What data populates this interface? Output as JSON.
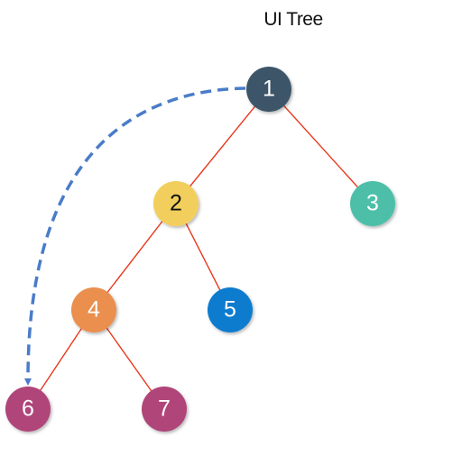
{
  "title": "UI Tree",
  "nodes": [
    {
      "id": "1",
      "label": "1",
      "color": "#3d5568",
      "text_color": "#ffffff"
    },
    {
      "id": "2",
      "label": "2",
      "color": "#f2cf5b",
      "text_color": "#111111"
    },
    {
      "id": "3",
      "label": "3",
      "color": "#4dbfa9",
      "text_color": "#ffffff"
    },
    {
      "id": "4",
      "label": "4",
      "color": "#ea8f4e",
      "text_color": "#ffffff"
    },
    {
      "id": "5",
      "label": "5",
      "color": "#0a7ccf",
      "text_color": "#ffffff"
    },
    {
      "id": "6",
      "label": "6",
      "color": "#b0457a",
      "text_color": "#ffffff"
    },
    {
      "id": "7",
      "label": "7",
      "color": "#b0457a",
      "text_color": "#ffffff"
    }
  ],
  "edges": [
    {
      "from": "1",
      "to": "2"
    },
    {
      "from": "1",
      "to": "3"
    },
    {
      "from": "2",
      "to": "4"
    },
    {
      "from": "2",
      "to": "5"
    },
    {
      "from": "4",
      "to": "6"
    },
    {
      "from": "4",
      "to": "7"
    }
  ],
  "jump_arrow": {
    "from": "1",
    "to": "6",
    "style": "dashed"
  },
  "colors": {
    "edge": "#e8391c",
    "jump_arrow": "#4a7cc8"
  }
}
